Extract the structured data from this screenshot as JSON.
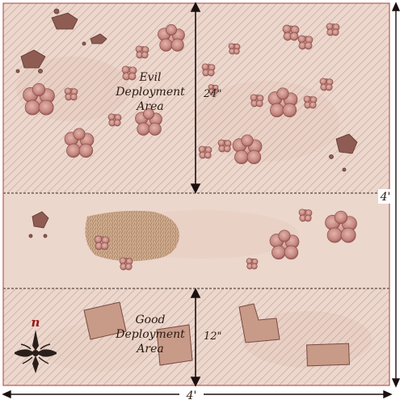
{
  "map": {
    "zones": {
      "evil": {
        "line1": "Evil",
        "line2": "Deployment",
        "line3": "Area"
      },
      "good": {
        "line1": "Good",
        "line2": "Deployment",
        "line3": "Area"
      }
    },
    "measurements": {
      "evil_depth": "24\"",
      "good_depth": "12\"",
      "table_width": "4'",
      "table_height": "4'"
    },
    "compass": {
      "label": "n"
    },
    "colors": {
      "table": "#ecd7cd",
      "hatch": "#b58a80",
      "tree": "#c9908a",
      "tree_dark": "#8a5048",
      "rock": "#8e5c52",
      "building": "#c89a88",
      "field": "#c7a07d",
      "frame": "#b85a5a"
    }
  }
}
